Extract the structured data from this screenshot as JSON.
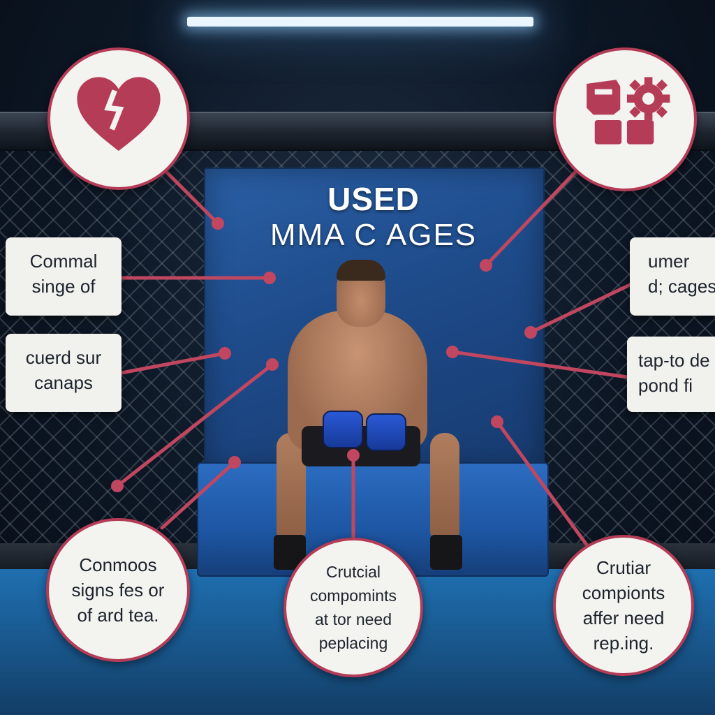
{
  "title": {
    "line1": "USED",
    "line2": "MMA  C AGES"
  },
  "labels": {
    "left_top": [
      "Commal",
      "singe of"
    ],
    "left_bottom": [
      "cuerd sur",
      "canaps"
    ],
    "right_top": [
      "umer",
      "d; cages"
    ],
    "right_bottom": [
      "tap-to de",
      "pond fi"
    ]
  },
  "circles": {
    "bottom_left": [
      "Conmoos",
      "signs fes or",
      "of ard tea."
    ],
    "bottom_center": [
      "Crutcial",
      "compomints",
      "at tor need",
      "peplacing"
    ],
    "bottom_right": [
      "Crutiar",
      "compionts",
      "affer need",
      "rep.ing."
    ]
  },
  "icons": {
    "top_left": "broken-heart-icon",
    "top_right": "glove-gear-icon"
  },
  "colors": {
    "accent": "#b53c57",
    "pad_blue": "#1e4b8a",
    "label_bg": "#f1f1ee"
  }
}
